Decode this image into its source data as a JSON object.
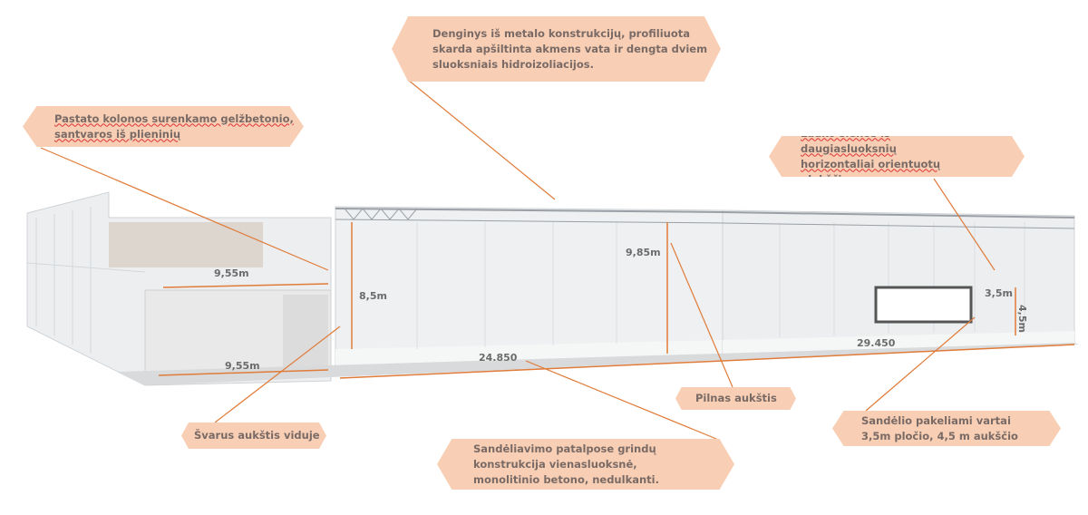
{
  "callouts": {
    "roof": "Denginys iš metalo konstrukcijų, profiliuota skarda apšiltinta akmens vata ir dengta dviem sluoksniais hidroizoliacijos.",
    "columns": "Pastato kolonos surenkamo gelžbetonio, santvaros iš plieninių",
    "walls": "Lauko sienos iš daugiasluoksnių horizontaliai orientuotų plokščių",
    "full_height": "Pilnas aukštis",
    "clear_height": "Švarus aukštis viduje",
    "floor": "Sandėliavimo patalpose grindų konstrukcija vienasluoksnė, monolitinio betono, nedulkanti.",
    "gates": "Sandėlio pakeliami vartai 3,5m pločio, 4,5 m aukščio"
  },
  "dimensions": {
    "office_upper_width": "9,55m",
    "office_lower_width": "9,55m",
    "clear_height": "8,5m",
    "full_height": "9,85m",
    "hall1_length": "24.850",
    "hall2_length": "29.450",
    "gate_width": "3,5m",
    "gate_height": "4,5m"
  },
  "colors": {
    "accent": "#e07b39",
    "callout_fill": "#f8cfb4"
  }
}
